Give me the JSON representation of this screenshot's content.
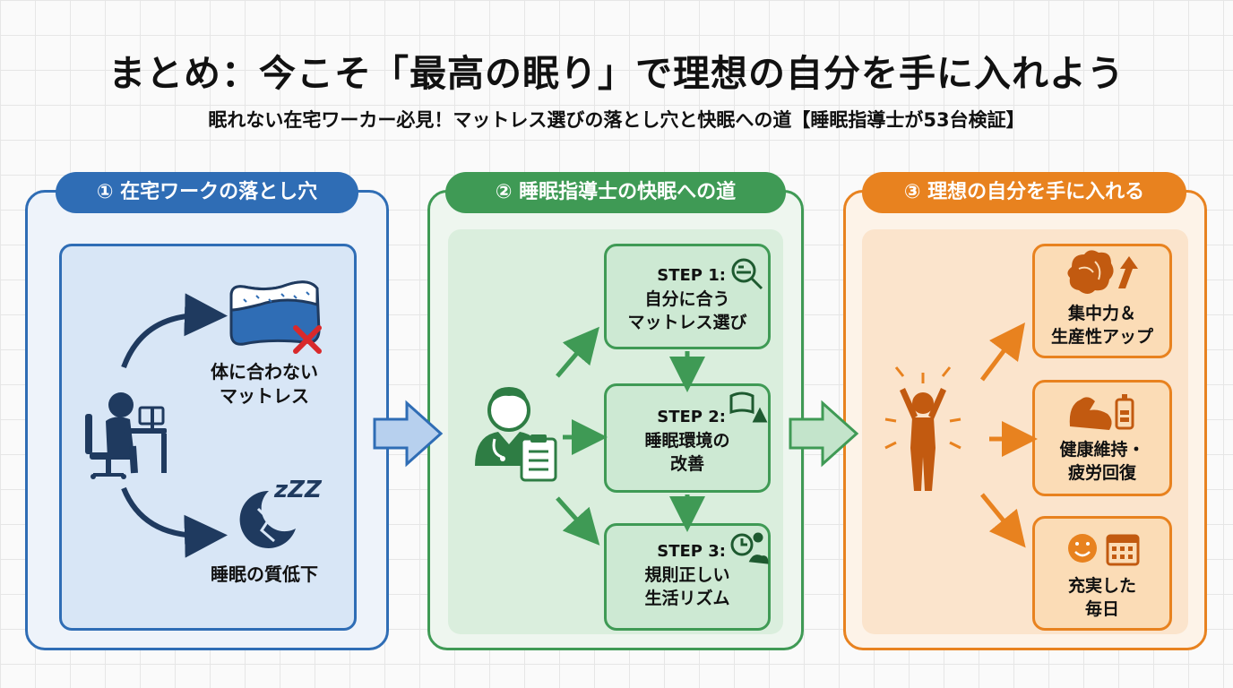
{
  "title": "まとめ：今こそ「最高の眠り」で理想の自分を手に入れよう",
  "subtitle": "眠れない在宅ワーカー必見！マットレス選びの落とし穴と快眠への道【睡眠指導士が53台検証】",
  "panels": {
    "pitfalls": {
      "heading": "① 在宅ワークの落とし穴",
      "mattress_label": "体に合わない\nマットレス",
      "sleep_label": "睡眠の質低下",
      "zzz": "zZZ"
    },
    "path": {
      "heading": "② 睡眠指導士の快眠への道",
      "steps": [
        {
          "label": "STEP 1:",
          "text": "自分に合う\nマットレス選び"
        },
        {
          "label": "STEP 2:",
          "text": "睡眠環境の\n改善"
        },
        {
          "label": "STEP 3:",
          "text": "規則正しい\n生活リズム"
        }
      ]
    },
    "ideal": {
      "heading": "③ 理想の自分を手に入れる",
      "outcomes": [
        {
          "text": "集中力＆\n生産性アップ"
        },
        {
          "text": "健康維持・\n疲労回復"
        },
        {
          "text": "充実した\n毎日"
        }
      ]
    }
  },
  "colors": {
    "blue": "#2f6db5",
    "green": "#3f9a55",
    "orange": "#e8821f",
    "navy": "#1f3a5f"
  }
}
